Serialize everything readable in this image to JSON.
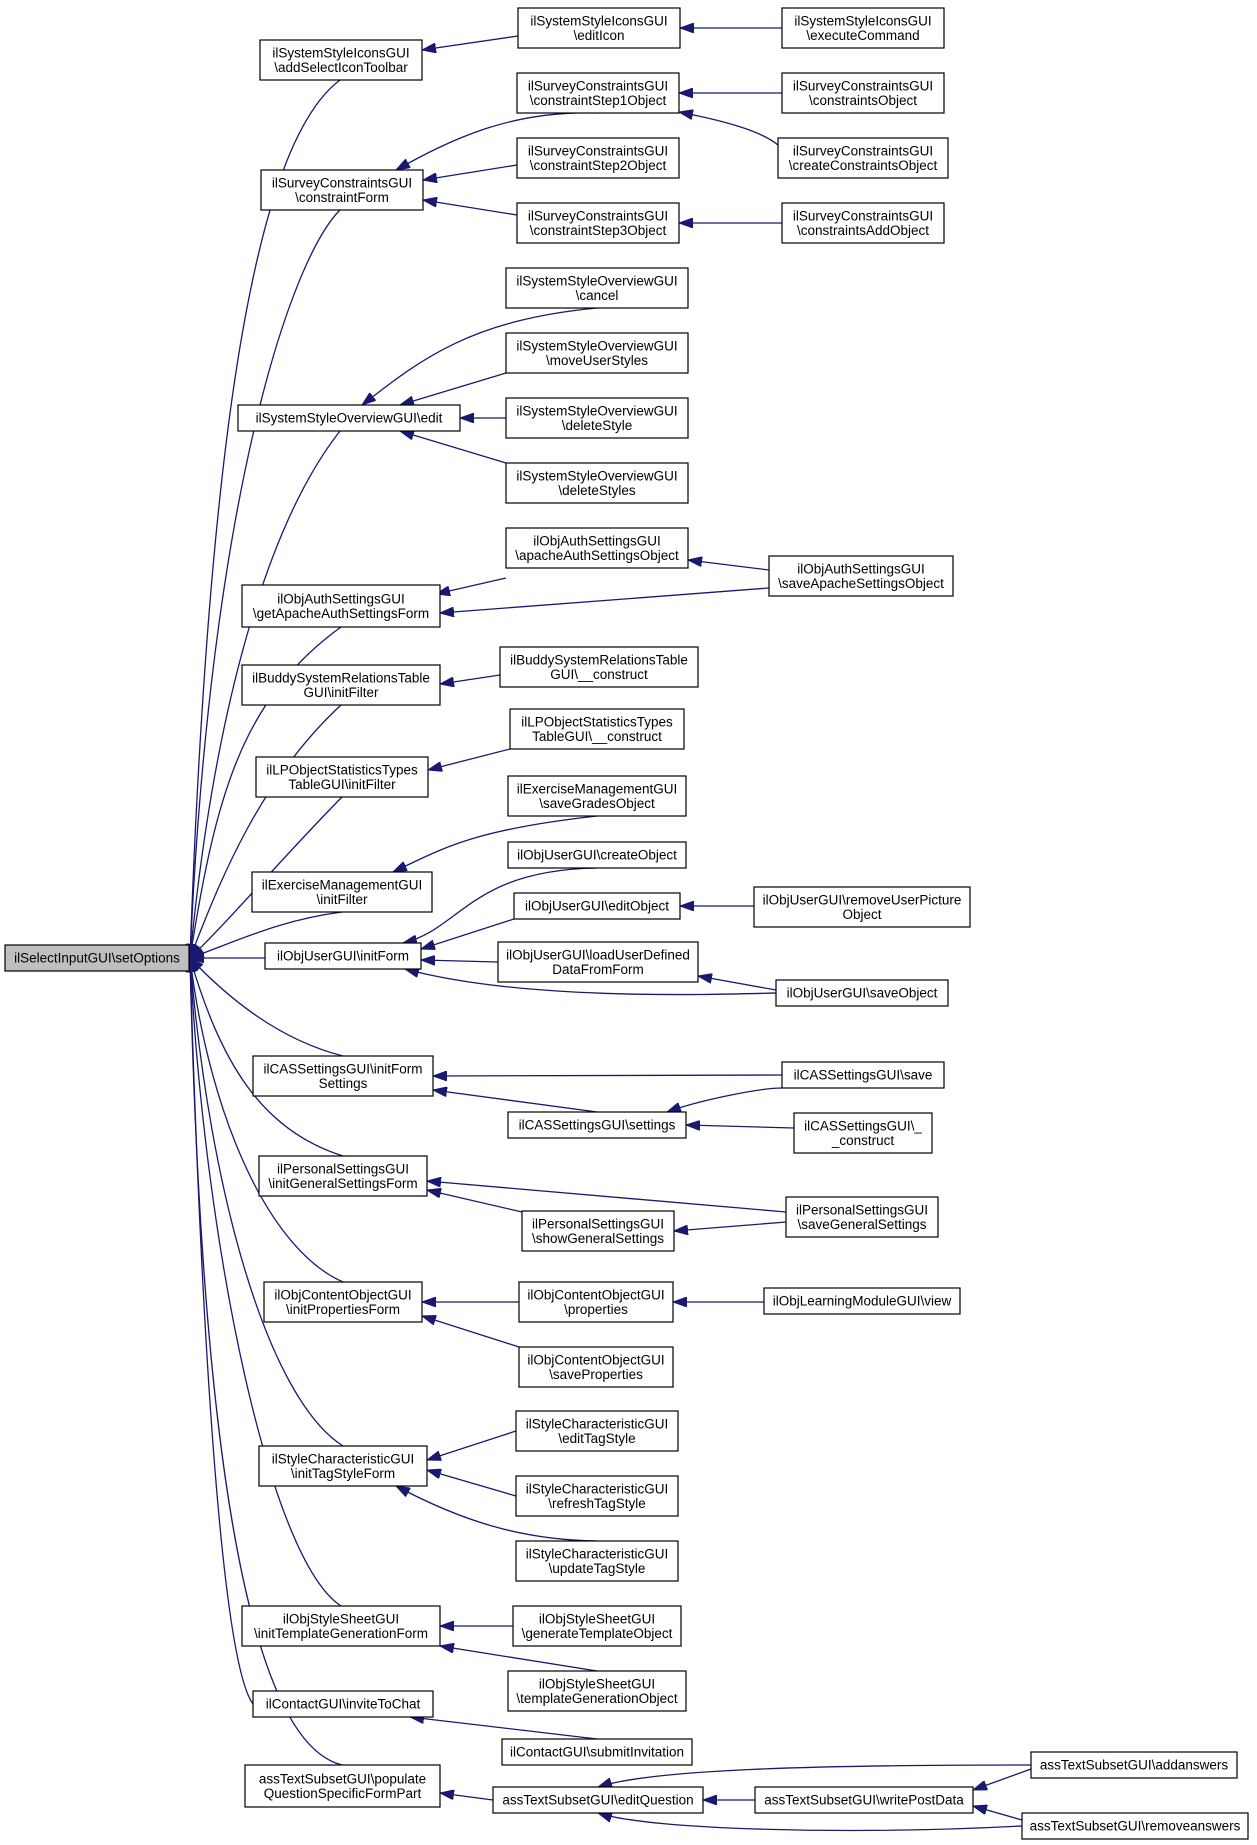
{
  "nodes": [
    {
      "id": "root",
      "lines": [
        "ilSelectInputGUI\\setOptions"
      ]
    },
    {
      "id": "sys_icons_add",
      "lines": [
        "ilSystemStyleIconsGUI",
        "\\addSelectIconToolbar"
      ]
    },
    {
      "id": "sys_icons_edit",
      "lines": [
        "ilSystemStyleIconsGUI",
        "\\editIcon"
      ]
    },
    {
      "id": "sys_icons_exec",
      "lines": [
        "ilSystemStyleIconsGUI",
        "\\executeCommand"
      ]
    },
    {
      "id": "survey_form",
      "lines": [
        "ilSurveyConstraintsGUI",
        "\\constraintForm"
      ]
    },
    {
      "id": "survey_step1",
      "lines": [
        "ilSurveyConstraintsGUI",
        "\\constraintStep1Object"
      ]
    },
    {
      "id": "survey_step2",
      "lines": [
        "ilSurveyConstraintsGUI",
        "\\constraintStep2Object"
      ]
    },
    {
      "id": "survey_step3",
      "lines": [
        "ilSurveyConstraintsGUI",
        "\\constraintStep3Object"
      ]
    },
    {
      "id": "survey_cobj",
      "lines": [
        "ilSurveyConstraintsGUI",
        "\\constraintsObject"
      ]
    },
    {
      "id": "survey_create",
      "lines": [
        "ilSurveyConstraintsGUI",
        "\\createConstraintsObject"
      ]
    },
    {
      "id": "survey_add",
      "lines": [
        "ilSurveyConstraintsGUI",
        "\\constraintsAddObject"
      ]
    },
    {
      "id": "sso_edit",
      "lines": [
        "ilSystemStyleOverviewGUI\\edit"
      ]
    },
    {
      "id": "sso_cancel",
      "lines": [
        "ilSystemStyleOverviewGUI",
        "\\cancel"
      ]
    },
    {
      "id": "sso_move",
      "lines": [
        "ilSystemStyleOverviewGUI",
        "\\moveUserStyles"
      ]
    },
    {
      "id": "sso_delete",
      "lines": [
        "ilSystemStyleOverviewGUI",
        "\\deleteStyle"
      ]
    },
    {
      "id": "sso_deletes",
      "lines": [
        "ilSystemStyleOverviewGUI",
        "\\deleteStyles"
      ]
    },
    {
      "id": "auth_form",
      "lines": [
        "ilObjAuthSettingsGUI",
        "\\getApacheAuthSettingsForm"
      ]
    },
    {
      "id": "auth_obj",
      "lines": [
        "ilObjAuthSettingsGUI",
        "\\apacheAuthSettingsObject"
      ]
    },
    {
      "id": "auth_save",
      "lines": [
        "ilObjAuthSettingsGUI",
        "\\saveApacheSettingsObject"
      ]
    },
    {
      "id": "buddy_filter",
      "lines": [
        "ilBuddySystemRelationsTable",
        "GUI\\initFilter"
      ]
    },
    {
      "id": "buddy_construct",
      "lines": [
        "ilBuddySystemRelationsTable",
        "GUI\\__construct"
      ]
    },
    {
      "id": "lp_filter",
      "lines": [
        "ilLPObjectStatisticsTypes",
        "TableGUI\\initFilter"
      ]
    },
    {
      "id": "lp_construct",
      "lines": [
        "ilLPObjectStatisticsTypes",
        "TableGUI\\__construct"
      ]
    },
    {
      "id": "ex_filter",
      "lines": [
        "ilExerciseManagementGUI",
        "\\initFilter"
      ]
    },
    {
      "id": "ex_save",
      "lines": [
        "ilExerciseManagementGUI",
        "\\saveGradesObject"
      ]
    },
    {
      "id": "user_init",
      "lines": [
        "ilObjUserGUI\\initForm"
      ]
    },
    {
      "id": "user_create",
      "lines": [
        "ilObjUserGUI\\createObject"
      ]
    },
    {
      "id": "user_edit",
      "lines": [
        "ilObjUserGUI\\editObject"
      ]
    },
    {
      "id": "user_remove",
      "lines": [
        "ilObjUserGUI\\removeUserPicture",
        "Object"
      ]
    },
    {
      "id": "user_load",
      "lines": [
        "ilObjUserGUI\\loadUserDefined",
        "DataFromForm"
      ]
    },
    {
      "id": "user_save",
      "lines": [
        "ilObjUserGUI\\saveObject"
      ]
    },
    {
      "id": "cas_init",
      "lines": [
        "ilCASSettingsGUI\\initForm",
        "Settings"
      ]
    },
    {
      "id": "cas_save",
      "lines": [
        "ilCASSettingsGUI\\save"
      ]
    },
    {
      "id": "cas_settings",
      "lines": [
        "ilCASSettingsGUI\\settings"
      ]
    },
    {
      "id": "cas_construct",
      "lines": [
        "ilCASSettingsGUI\\_",
        "_construct"
      ]
    },
    {
      "id": "pers_init",
      "lines": [
        "ilPersonalSettingsGUI",
        "\\initGeneralSettingsForm"
      ]
    },
    {
      "id": "pers_save",
      "lines": [
        "ilPersonalSettingsGUI",
        "\\saveGeneralSettings"
      ]
    },
    {
      "id": "pers_show",
      "lines": [
        "ilPersonalSettingsGUI",
        "\\showGeneralSettings"
      ]
    },
    {
      "id": "co_init",
      "lines": [
        "ilObjContentObjectGUI",
        "\\initPropertiesForm"
      ]
    },
    {
      "id": "co_props",
      "lines": [
        "ilObjContentObjectGUI",
        "\\properties"
      ]
    },
    {
      "id": "lm_view",
      "lines": [
        "ilObjLearningModuleGUI\\view"
      ]
    },
    {
      "id": "co_save",
      "lines": [
        "ilObjContentObjectGUI",
        "\\saveProperties"
      ]
    },
    {
      "id": "sc_init",
      "lines": [
        "ilStyleCharacteristicGUI",
        "\\initTagStyleForm"
      ]
    },
    {
      "id": "sc_edit",
      "lines": [
        "ilStyleCharacteristicGUI",
        "\\editTagStyle"
      ]
    },
    {
      "id": "sc_refresh",
      "lines": [
        "ilStyleCharacteristicGUI",
        "\\refreshTagStyle"
      ]
    },
    {
      "id": "sc_update",
      "lines": [
        "ilStyleCharacteristicGUI",
        "\\updateTagStyle"
      ]
    },
    {
      "id": "ss_init",
      "lines": [
        "ilObjStyleSheetGUI",
        "\\initTemplateGenerationForm"
      ]
    },
    {
      "id": "ss_gen",
      "lines": [
        "ilObjStyleSheetGUI",
        "\\generateTemplateObject"
      ]
    },
    {
      "id": "ss_tmpl",
      "lines": [
        "ilObjStyleSheetGUI",
        "\\templateGenerationObject"
      ]
    },
    {
      "id": "contact_invite",
      "lines": [
        "ilContactGUI\\inviteToChat"
      ]
    },
    {
      "id": "contact_submit",
      "lines": [
        "ilContactGUI\\submitInvitation"
      ]
    },
    {
      "id": "ass_populate",
      "lines": [
        "assTextSubsetGUI\\populate",
        "QuestionSpecificFormPart"
      ]
    },
    {
      "id": "ass_edit",
      "lines": [
        "assTextSubsetGUI\\editQuestion"
      ]
    },
    {
      "id": "ass_write",
      "lines": [
        "assTextSubsetGUI\\writePostData"
      ]
    },
    {
      "id": "ass_add",
      "lines": [
        "assTextSubsetGUI\\addanswers"
      ]
    },
    {
      "id": "ass_remove",
      "lines": [
        "assTextSubsetGUI\\removeanswers"
      ]
    }
  ]
}
